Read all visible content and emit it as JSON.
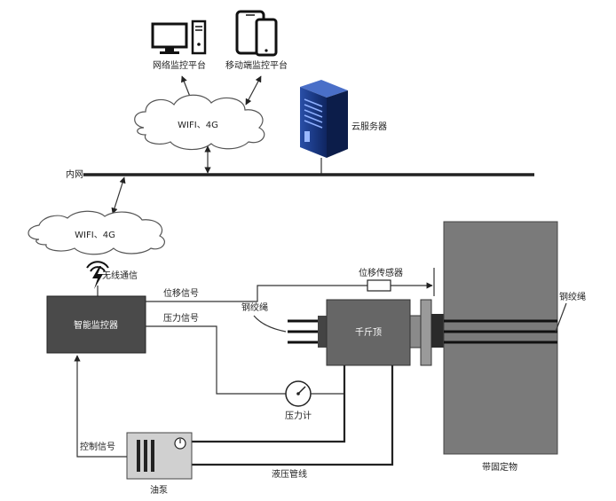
{
  "labels": {
    "network_platform": "网络监控平台",
    "mobile_platform": "移动端监控平台",
    "wifi_top": "WIFI、4G",
    "cloud_server": "云服务器",
    "intranet": "内网",
    "wifi_bottom": "WIFI、4G",
    "wireless": "无线通信",
    "monitor": "智能监控器",
    "displacement_signal": "位移信号",
    "pressure_signal": "压力信号",
    "displacement_sensor": "位移传感器",
    "steel_strand_left": "钢绞绳",
    "jack": "千斤顶",
    "steel_strand_right": "钢绞绳",
    "pressure_gauge": "压力计",
    "control_signal": "控制信号",
    "pump": "油泵",
    "hydraulic_line": "液压管线",
    "anchor_object": "带固定物"
  },
  "colors": {
    "dark_box": "#4a4a4a",
    "jack_box": "#666666",
    "anchor": "#7a7a7a",
    "pump": "#d0d0d0",
    "server": "#1f3f8f"
  },
  "icons": {
    "desktop": "desktop-computer-icon",
    "mobile": "tablet-phone-icon",
    "server": "server-rack-icon",
    "wifi": "wifi-lightning-icon",
    "gauge": "pressure-gauge-icon"
  }
}
